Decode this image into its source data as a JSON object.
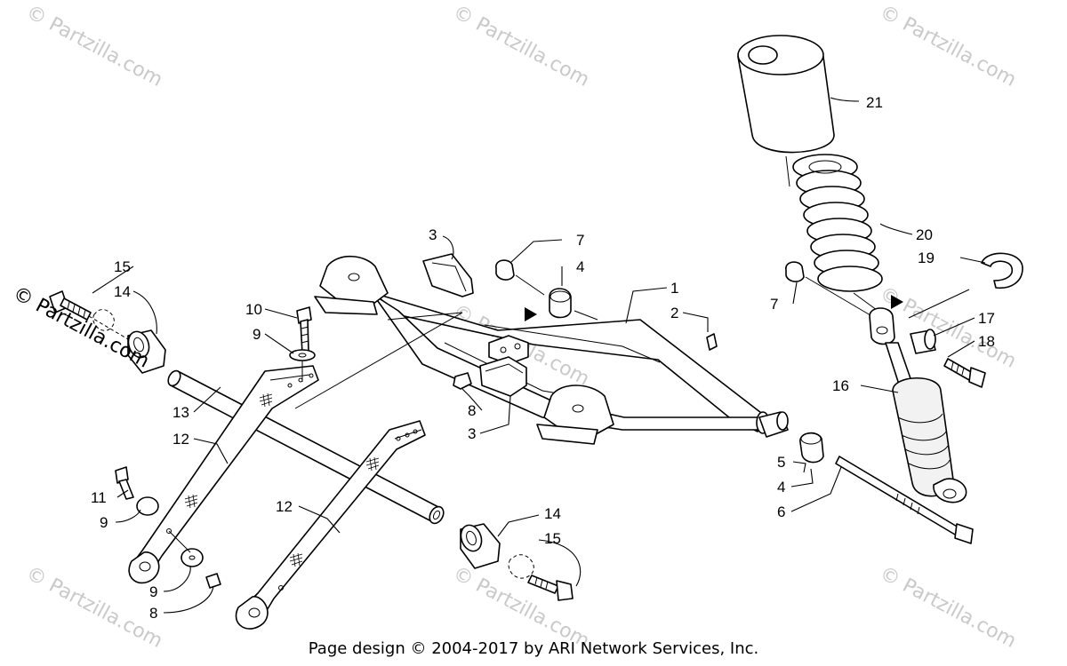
{
  "watermark": {
    "text": "© Partzilla.com"
  },
  "logo": {
    "text": "© Partzilla.com"
  },
  "footer": {
    "text": "Page design © 2004-2017 by ARI Network Services, Inc."
  },
  "callouts": {
    "c1": "1",
    "c2": "2",
    "c3a": "3",
    "c3b": "3",
    "c4a": "4",
    "c4b": "4",
    "c5": "5",
    "c6": "6",
    "c7a": "7",
    "c7b": "7",
    "c8a": "8",
    "c8b": "8",
    "c9a": "9",
    "c9b": "9",
    "c9c": "9",
    "c10": "10",
    "c11": "11",
    "c12a": "12",
    "c12b": "12",
    "c13": "13",
    "c14a": "14",
    "c14b": "14",
    "c15a": "15",
    "c15b": "15",
    "c16": "16",
    "c17": "17",
    "c18": "18",
    "c19": "19",
    "c20": "20",
    "c21": "21"
  }
}
